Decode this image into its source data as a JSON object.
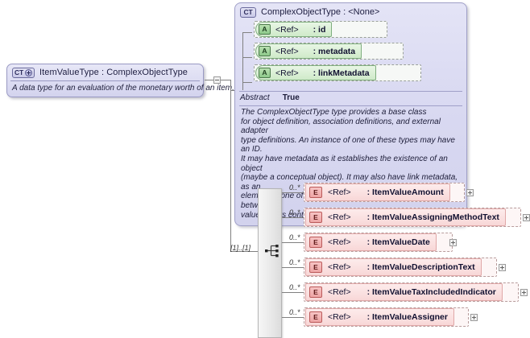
{
  "diagram": {
    "kind": "xsd-schema-diagram",
    "root_type": {
      "icon": "complex-type-plus-icon",
      "badge": "CT",
      "title": "ItemValueType : ComplexObjectType",
      "documentation": "A data type for an evaluation of the monetary worth of an item."
    },
    "base_type_panel": {
      "icon": "complex-type-icon",
      "badge": "CT",
      "title": "ComplexObjectType : <None>",
      "attributes": [
        {
          "badge": "A",
          "ref": "<Ref>",
          "name": ": id"
        },
        {
          "badge": "A",
          "ref": "<Ref>",
          "name": ": metadata"
        },
        {
          "badge": "A",
          "ref": "<Ref>",
          "name": ": linkMetadata"
        }
      ],
      "abstract_label": "Abstract",
      "abstract_value": "True",
      "documentation_lines": [
        "The ComplexObjectType type provides a base class",
        "for object definition, association definitions, and external adapter",
        "type definitions. An instance of one of these types may have an ID.",
        "It may have metadata as it establishes the existence of an object",
        "(maybe a conceptual object). It may also have link metadata, as an",
        "element of one of these types establishes a relationship between its",
        "value and its context."
      ]
    },
    "compositor": {
      "icon": "sequence-icon",
      "cardinality": "[1]..[1]"
    },
    "elements": [
      {
        "badge": "E",
        "ref": "<Ref>",
        "name": ": ItemValueAmount",
        "cardinality": "0..*"
      },
      {
        "badge": "E",
        "ref": "<Ref>",
        "name": ": ItemValueAssigningMethodText",
        "cardinality": "0..*"
      },
      {
        "badge": "E",
        "ref": "<Ref>",
        "name": ": ItemValueDate",
        "cardinality": "0..*"
      },
      {
        "badge": "E",
        "ref": "<Ref>",
        "name": ": ItemValueDescriptionText",
        "cardinality": "0..*"
      },
      {
        "badge": "E",
        "ref": "<Ref>",
        "name": ": ItemValueTaxIncludedIndicator",
        "cardinality": "0..*"
      },
      {
        "badge": "E",
        "ref": "<Ref>",
        "name": ": ItemValueAssigner",
        "cardinality": "0..*"
      }
    ],
    "colors": {
      "complex_type_fill": "#dcdcf2",
      "complex_type_border": "#9a9ac4",
      "attribute_fill": "#cfeac9",
      "attribute_border": "#7fae7f",
      "element_fill": "#f8d7d7",
      "element_border": "#e0a8a8",
      "connector_line": "#808080",
      "compositor_fill": "#e9e9e9"
    }
  }
}
